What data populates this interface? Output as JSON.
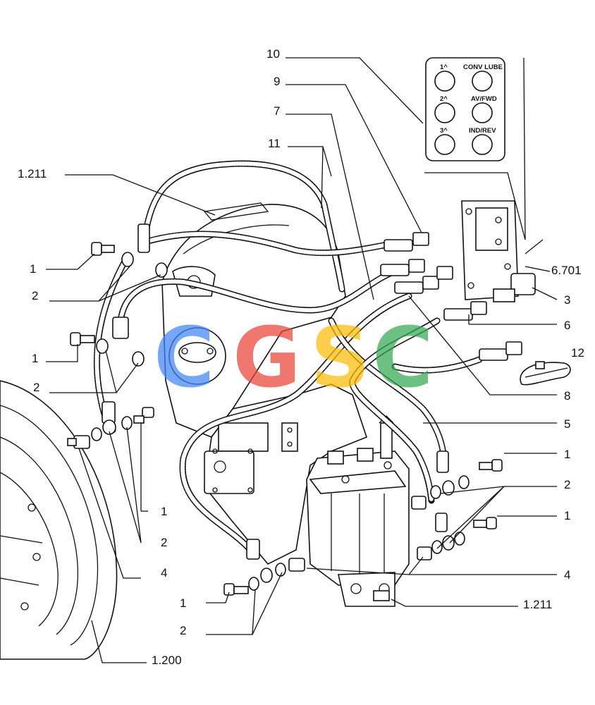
{
  "panel": {
    "labels": [
      "1^",
      "2^",
      "3^",
      "CONV LUBE",
      "AV/FWD",
      "IND/REV"
    ]
  },
  "callouts": {
    "c10": "10",
    "c9": "9",
    "c7": "7",
    "c11": "11",
    "c1211_top": "1.211",
    "c6701": "6.701",
    "c1_a": "1",
    "c2_a": "2",
    "c3": "3",
    "c1_b": "1",
    "c6": "6",
    "c12": "12",
    "c2_b": "2",
    "c8": "8",
    "c5": "5",
    "c1_r1": "1",
    "c2_r": "2",
    "c1_r2": "1",
    "c1_l": "1",
    "c2_l": "2",
    "c4_l": "4",
    "c4_r": "4",
    "c1211_bot": "1.211",
    "c1_bot": "1",
    "c2_bot": "2",
    "c1200": "1.200"
  },
  "watermark": {
    "letters": [
      "C",
      "G",
      "S",
      "C"
    ],
    "colors": [
      "#4285F4",
      "#EA4335",
      "#FBBC05",
      "#34A853"
    ]
  }
}
